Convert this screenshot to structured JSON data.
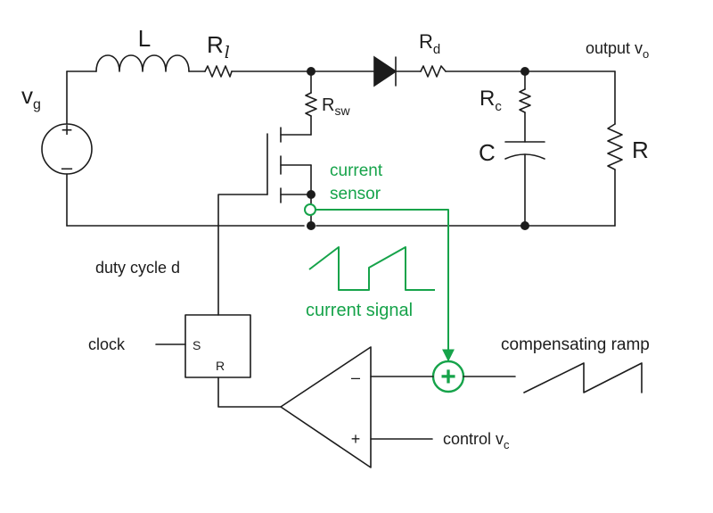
{
  "colors": {
    "wire": "#1c1c1c",
    "sensor": "#16a34a"
  },
  "labels": {
    "inductor": "L",
    "r_l_main": "R",
    "r_l_sub": "l",
    "r_d_main": "R",
    "r_d_sub": "d",
    "output_main": "output v",
    "output_sub": "o",
    "source_main": "v",
    "source_sub": "g",
    "source_plus": "+",
    "source_minus": "–",
    "r_sw_main": "R",
    "r_sw_sub": "sw",
    "r_c_main": "R",
    "r_c_sub": "c",
    "capacitor": "C",
    "load": "R",
    "current_sensor_1": "current",
    "current_sensor_2": "sensor",
    "duty_cycle": "duty cycle d",
    "current_signal": "current signal",
    "clock": "clock",
    "latch_s": "S",
    "latch_r": "R",
    "summer": "+",
    "comp_minus": "–",
    "comp_plus": "+",
    "comp_ramp": "compensating ramp",
    "control_main": "control v",
    "control_sub": "c"
  }
}
